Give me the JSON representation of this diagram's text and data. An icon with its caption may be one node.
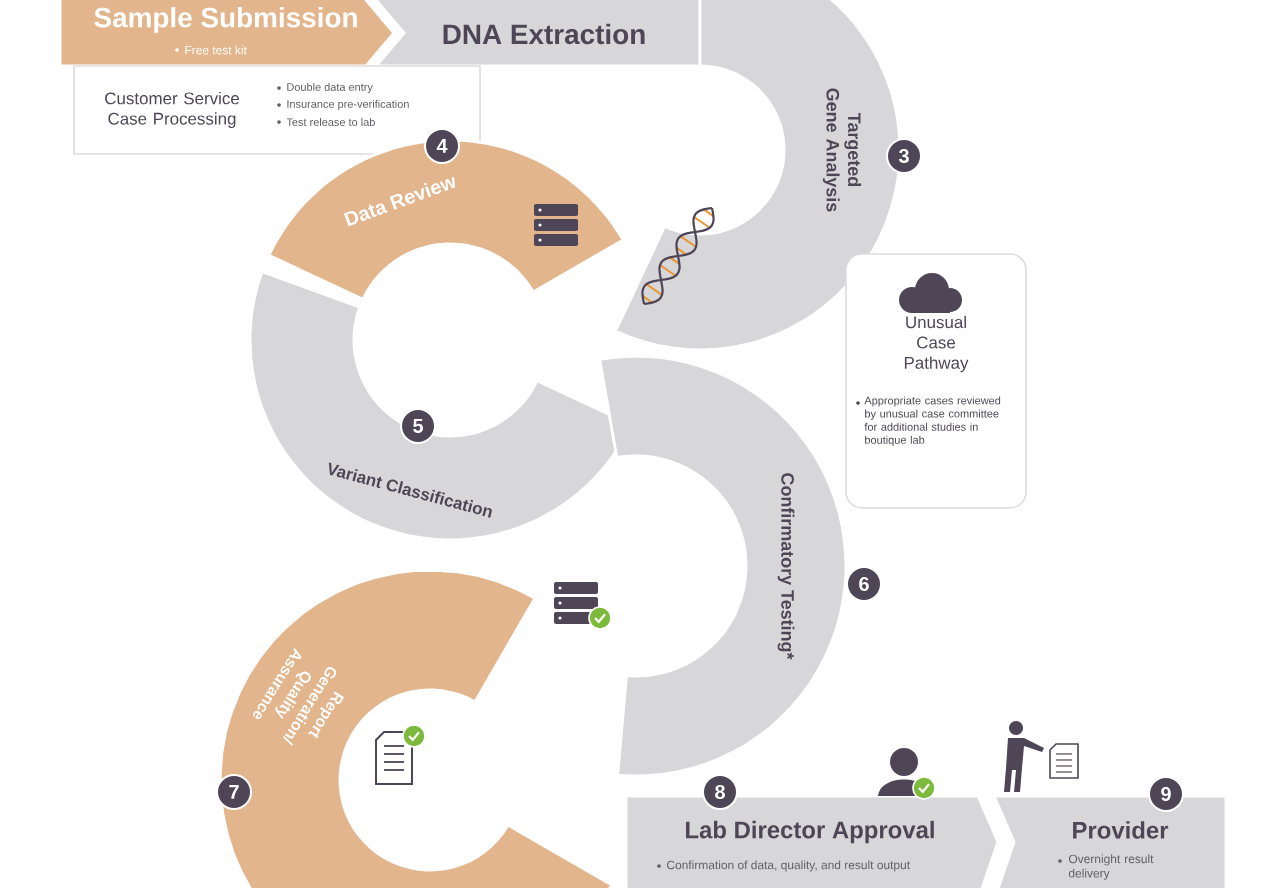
{
  "diagram": {
    "nodes": [
      {
        "text": [
          "Sample Submission",
          "Free test kit"
        ]
      },
      {
        "text": [
          "DNA Extraction"
        ]
      },
      {
        "text": [
          "Customer Service Case Processing",
          "Double data entry",
          "Insurance pre-verification",
          "Test release to lab"
        ]
      },
      {
        "text": [
          "Targeted Gene Analysis"
        ]
      },
      {
        "text": [
          "Data Review"
        ]
      },
      {
        "text": [
          "Variant Classification"
        ]
      },
      {
        "text": [
          "Unusual Case Pathway",
          "Appropriate cases reviewed by unusual case committee for additional studies in boutique lab"
        ]
      },
      {
        "text": [
          "Confirmatory Testing*"
        ]
      },
      {
        "text": [
          "Report Generation/ Quality Assurance"
        ]
      },
      {
        "text": [
          "Lab Director Approval",
          "Confirmation of data, quality, and result output"
        ]
      },
      {
        "text": [
          "Provider",
          "Overnight result delivery"
        ]
      }
    ],
    "labels": [
      "3",
      "4",
      "5",
      "6",
      "7",
      "8",
      "9"
    ]
  }
}
